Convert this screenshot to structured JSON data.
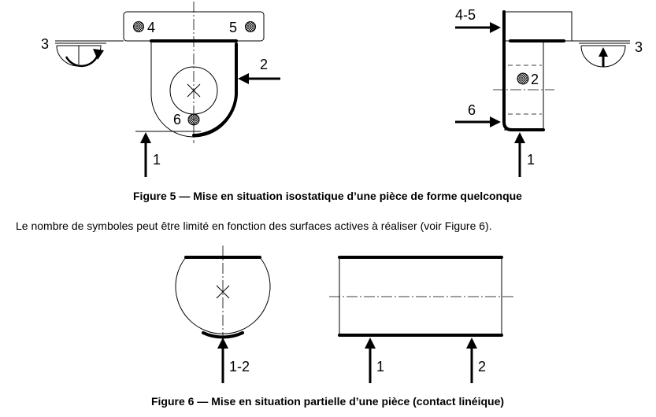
{
  "figure5": {
    "caption": "Figure 5 — Mise en situation isostatique d’une pièce de forme quelconque",
    "left_view": {
      "label_4": "4",
      "label_5": "5",
      "label_3": "3",
      "label_2": "2",
      "label_6": "6",
      "label_1": "1"
    },
    "right_view": {
      "label_4_5": "4-5",
      "label_3": "3",
      "label_2": "2",
      "label_6": "6",
      "label_1": "1"
    }
  },
  "note": "Le nombre de symboles peut être limité en fonction des surfaces actives à réaliser (voir Figure 6).",
  "figure6": {
    "caption": "Figure 6 — Mise en situation partielle d’une pièce (contact linéique)",
    "left_view": {
      "label_1_2": "1-2"
    },
    "right_view": {
      "label_1": "1",
      "label_2": "2"
    }
  }
}
